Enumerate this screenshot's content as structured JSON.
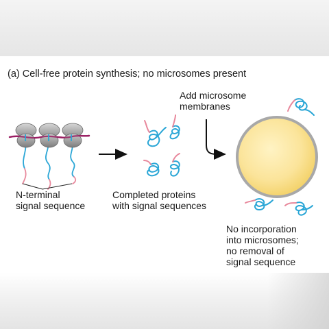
{
  "title": "(a) Cell-free protein synthesis; no microsomes present",
  "labels": {
    "add_microsome": "Add microsome\nmembranes",
    "n_terminal": "N-terminal\nsignal sequence",
    "completed": "Completed proteins\nwith signal sequences",
    "no_incorporation": "No incorporation\ninto microsomes;\nno removal of\nsignal sequence"
  },
  "colors": {
    "protein_chain": "#2aa6d6",
    "signal_sequence": "#e8889c",
    "mrna": "#9a1f63",
    "ribosome": "#a9a9a9",
    "microsome_fill": "#f8dc78",
    "microsome_edge": "#a8a8a8",
    "arrow": "#111111"
  },
  "icons": [
    "ribosome-icon",
    "protein-icon",
    "microsome-icon",
    "arrow-icon"
  ]
}
